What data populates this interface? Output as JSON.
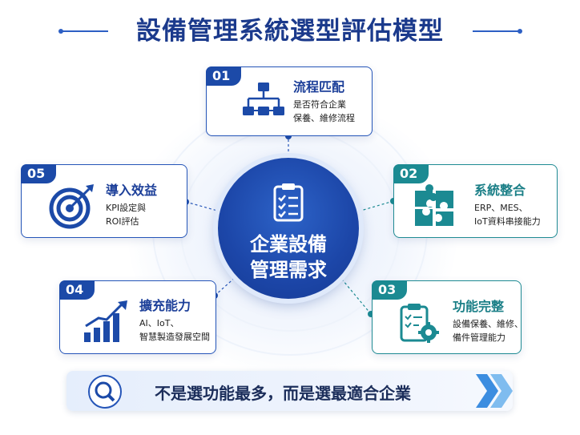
{
  "title": "設備管理系統選型評估模型",
  "center": {
    "line1": "企業設備",
    "line2": "管理需求"
  },
  "cards": [
    {
      "num": "01",
      "heading": "流程匹配",
      "desc1": "是否符合企業",
      "desc2": "保養、維修流程",
      "icon": "flowchart-icon"
    },
    {
      "num": "02",
      "heading": "系統整合",
      "desc1": "ERP、MES、",
      "desc2": "IoT資料串接能力",
      "icon": "puzzle-icon"
    },
    {
      "num": "03",
      "heading": "功能完整",
      "desc1": "設備保養、維修、",
      "desc2": "備件管理能力",
      "icon": "clipboard-gear-icon"
    },
    {
      "num": "04",
      "heading": "擴充能力",
      "desc1": "AI、IoT、",
      "desc2": "智慧製造發展空間",
      "icon": "growth-chart-icon"
    },
    {
      "num": "05",
      "heading": "導入效益",
      "desc1": "KPI設定與",
      "desc2": "ROI評估",
      "icon": "target-icon"
    }
  ],
  "bottom": {
    "text": "不是選功能最多，而是選最適合企業",
    "icon": "magnifier-icon"
  },
  "colors": {
    "blue": "#1c4aa8",
    "teal": "#1b8a92",
    "navy": "#1b3a8c"
  }
}
